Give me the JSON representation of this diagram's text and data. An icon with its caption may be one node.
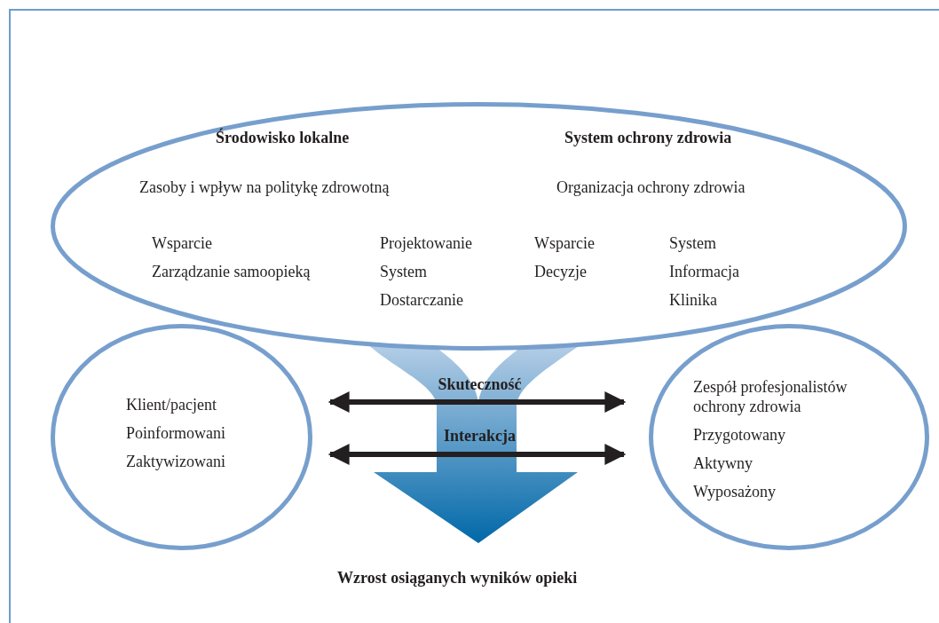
{
  "diagram": {
    "nodes": [
      {
        "text": [
          "Środowisko lokalne",
          "System ochrony zdrowia",
          "Zasoby i wpływ na politykę zdrowotną",
          "Organizacja ochrony zdrowia",
          "Wsparcie",
          "Zarządzanie samoopieką",
          "Projektowanie",
          "System",
          "Dostarczanie",
          "Wsparcie",
          "Decyzje",
          "System",
          "Informacja",
          "Klinika"
        ]
      },
      {
        "text": [
          "Klient/pacjent",
          "Poinformowani",
          "Zaktywizowani"
        ]
      },
      {
        "text": [
          "Zespół profesjonalistów ochrony zdrowia",
          "Przygotowany",
          "Aktywny",
          "Wyposażony"
        ]
      },
      {
        "text": [
          "Wzrost osiąganych wyników opieki"
        ]
      }
    ],
    "edges": [
      {
        "from": 0,
        "to": 3,
        "arrow": "to",
        "style": "thick",
        "color": "#0068a8"
      },
      {
        "from": 1,
        "to": 2,
        "arrow": "both",
        "label": "Skuteczność"
      },
      {
        "from": 1,
        "to": 2,
        "arrow": "both",
        "label": "Interakcja"
      }
    ]
  }
}
